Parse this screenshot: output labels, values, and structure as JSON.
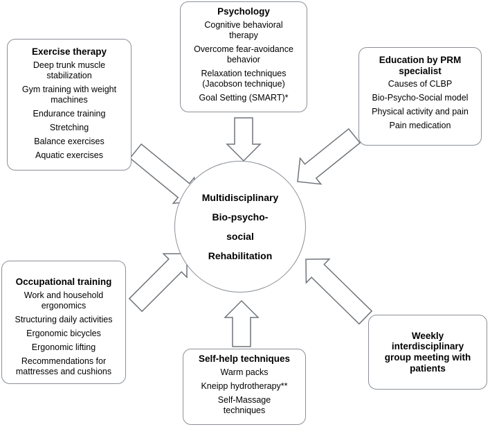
{
  "center": {
    "line1": "Multidisciplinary",
    "line2": "Bio-psycho-",
    "line3": "social",
    "line4": "Rehabilitation"
  },
  "psychology": {
    "title": "Psychology",
    "items": [
      "Cognitive behavioral therapy",
      "Overcome fear-avoidance behavior",
      "Relaxation techniques (Jacobson technique)",
      "Goal Setting (SMART)*"
    ]
  },
  "exercise": {
    "title": "Exercise therapy",
    "items": [
      "Deep trunk muscle stabilization",
      "Gym training with weight machines",
      "Endurance training",
      "Stretching",
      "Balance exercises",
      "Aquatic exercises"
    ]
  },
  "education": {
    "title": "Education by PRM specialist",
    "items": [
      "Causes of CLBP",
      "Bio-Psycho-Social model",
      "Physical activity and pain",
      "Pain medication"
    ]
  },
  "occupational": {
    "title": "Occupational training",
    "items": [
      "Work and household ergonomics",
      "Structuring daily activities",
      "Ergonomic bicycles",
      "Ergonomic lifting",
      "Recommendations for mattresses and cushions"
    ]
  },
  "selfhelp": {
    "title": "Self-help techniques",
    "items": [
      "Warm packs",
      "Kneipp hydrotherapy**",
      "Self-Massage techniques"
    ]
  },
  "weekly": {
    "title": "Weekly interdisciplinary group meeting with patients"
  },
  "colors": {
    "border": "#8a8f96",
    "arrow_stroke": "#6f747a"
  }
}
